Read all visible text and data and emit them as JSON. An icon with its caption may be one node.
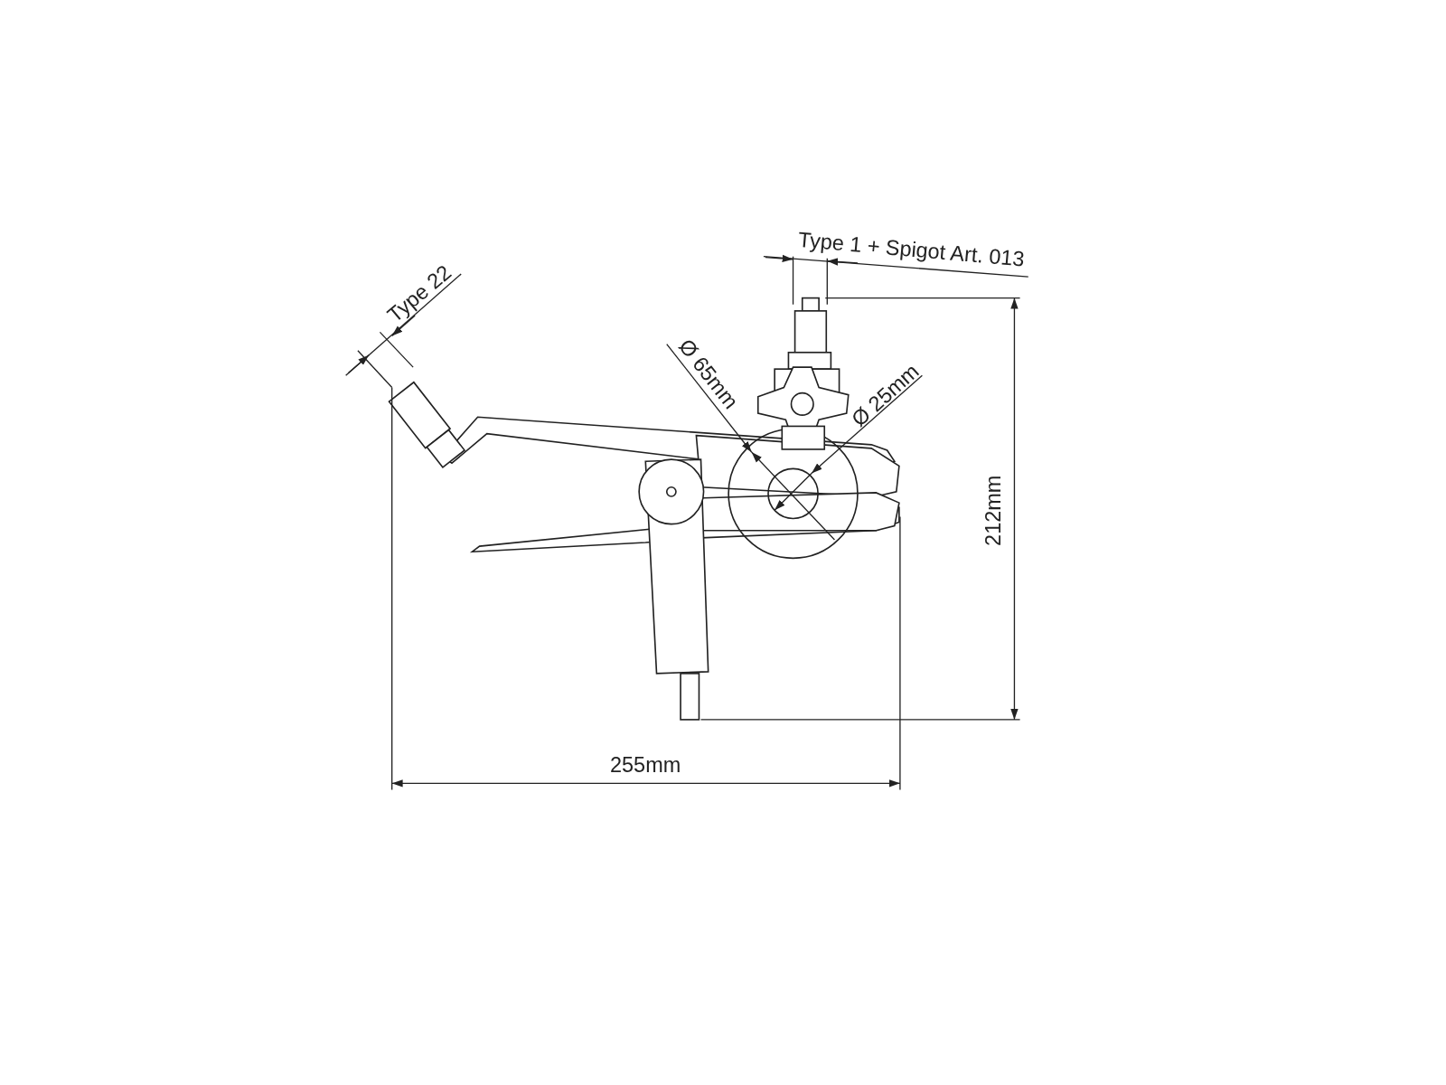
{
  "diagram": {
    "labels": [
      "Type 1 + Spigot Art. 013",
      "Type 22",
      "Ø 65mm",
      "Ø 25mm",
      "212mm",
      "255mm"
    ]
  }
}
